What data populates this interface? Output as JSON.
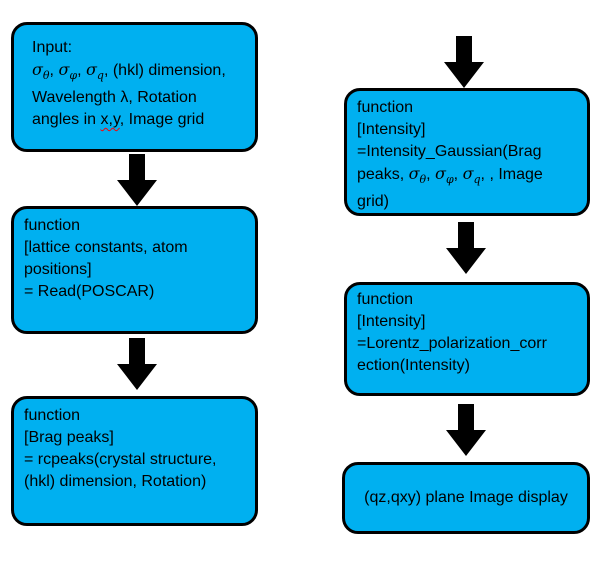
{
  "colors": {
    "box_fill": "#00b0f0",
    "border": "#000000"
  },
  "left": {
    "input": {
      "title": "Input:",
      "sigma": "σ",
      "sub_theta": "θ",
      "sub_phi": "φ",
      "sub_q": "q",
      "sep": ",",
      "dim": ", (hkl) dimension,",
      "wave": "Wavelength λ, Rotation",
      "angles_pre": "angles in ",
      "angles_xy": "x,y",
      "angles_post": ", Image grid"
    },
    "read": {
      "l1": "function",
      "l2": "[lattice constants, atom",
      "l3": "positions]",
      "l4": "= Read(POSCAR)"
    },
    "peaks": {
      "l1": "function",
      "l2": "[Brag peaks]",
      "l3": "= rcpeaks(crystal structure,",
      "l4": "(hkl) dimension, Rotation)"
    }
  },
  "right": {
    "gauss": {
      "l1": "function",
      "l2": "[Intensity]",
      "l3": "=Intensity_Gaussian(Brag",
      "l4_pre": "peaks, ",
      "sigma": "σ",
      "sub_theta": "θ",
      "sub_phi": "φ",
      "sub_q": "q",
      "sep": ",",
      "l4_post": ", , Image",
      "l5": "grid)"
    },
    "lorentz": {
      "l1": "function",
      "l2": "[Intensity]",
      "l3": "=Lorentz_polarization_corr",
      "l4": "ection(Intensity)"
    },
    "display": {
      "text": "(qz,qxy) plane Image display"
    }
  }
}
